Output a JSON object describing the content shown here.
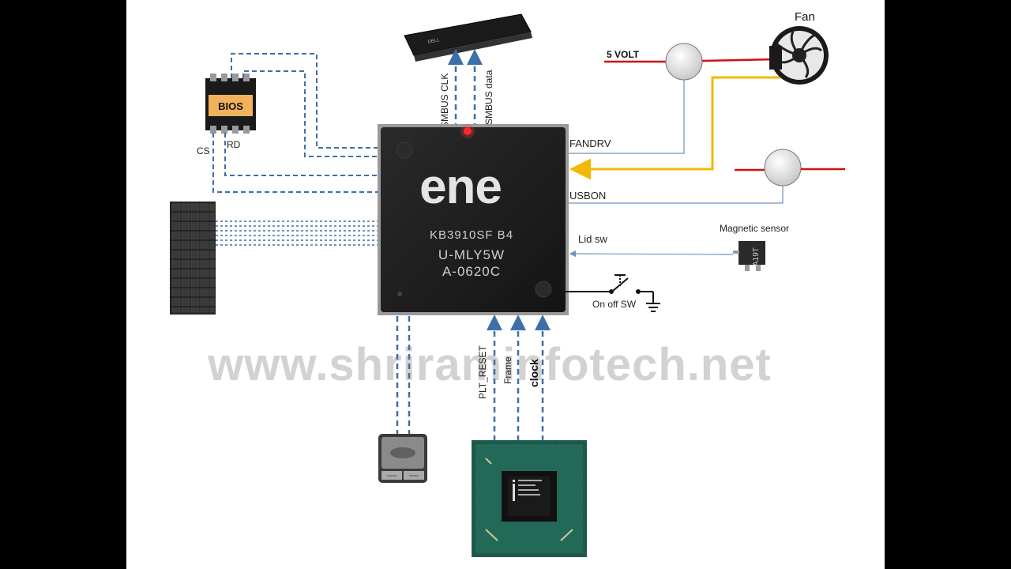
{
  "diagram": {
    "chip": {
      "logo": "ene",
      "marking_line1": "KB3910SF B4",
      "marking_line2": "U-MLY5W",
      "marking_line3": "A-0620C"
    },
    "bios_label": "BIOS",
    "bios_pins": {
      "cs": "CS",
      "rd": "RD"
    },
    "bus_labels": {
      "smbus_clk": "SMBUS CLK",
      "smbus_data": "SMBUS data",
      "plt_reset": "PLT_RESET",
      "frame": "Frame",
      "clock": "clock"
    },
    "signal_labels": {
      "fandrv": "FANDRV",
      "usbon": "USBON",
      "lid_sw": "Lid sw",
      "on_off_sw": "On off SW"
    },
    "component_labels": {
      "fan": "Fan",
      "five_volt": "5 VOLT",
      "magnetic_sensor": "Magnetic sensor",
      "sensor_marking": "A19T",
      "battery_brand": "DELL"
    },
    "watermark": "www.shriraminfotech.net"
  },
  "colors": {
    "dashed_line": "#3e6fa8",
    "thin_line": "#6f93bd",
    "power_red": "#d01010",
    "fan_yellow": "#f5b800",
    "chip_body": "#1d1d1d",
    "pcb_green": "#1e5a4c"
  }
}
